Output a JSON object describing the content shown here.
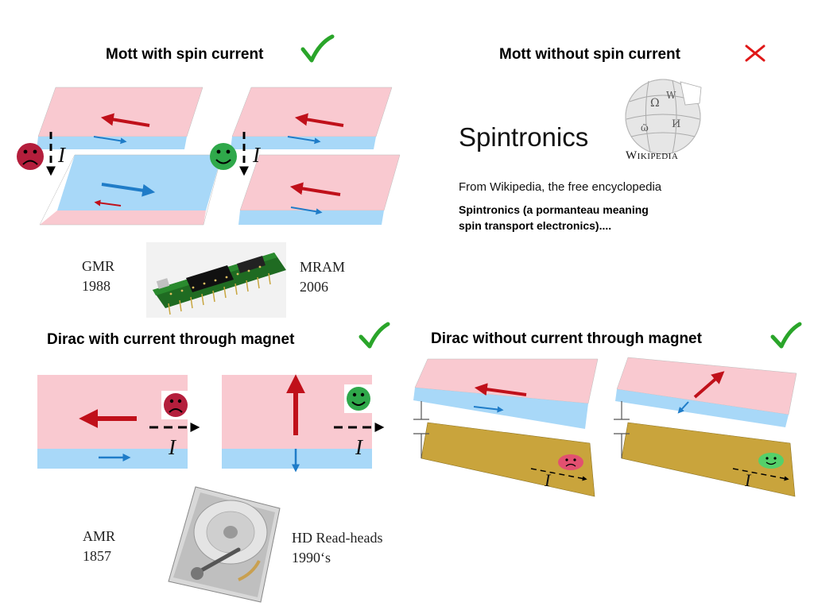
{
  "headings": {
    "mott_with": "Mott with spin current",
    "mott_without": "Mott without spin current",
    "dirac_with": "Dirac with current through magnet",
    "dirac_without": "Dirac without current through magnet"
  },
  "marks": {
    "mott_with": "check",
    "mott_without": "cross",
    "dirac_with": "check",
    "dirac_without": "check"
  },
  "current_symbol": "I",
  "wikipedia": {
    "title": "Spintronics",
    "logo_text": "Wikipedia",
    "subtitle": "From Wikipedia, the free encyclopedia",
    "description_line1": "Spintronics (a pormanteau meaning",
    "description_line2": "spin transport electronics)...."
  },
  "milestones": {
    "gmr": {
      "name": "GMR",
      "year": "1988"
    },
    "mram": {
      "name": "MRAM",
      "year": "2006"
    },
    "amr": {
      "name": "AMR",
      "year": "1857"
    },
    "hd": {
      "name": "HD Read-heads",
      "year": "1990‘s"
    }
  },
  "colors": {
    "pink_layer": "#f9c9d0",
    "blue_layer": "#a8d8f8",
    "gold_layer": "#c9a43c",
    "red_arrow": "#c0101a",
    "blue_arrow": "#1f7cc8",
    "check_green": "#2aa52a",
    "cross_red": "#e01818",
    "sad_face": "#b41e3c",
    "happy_face": "#2fa84a"
  }
}
